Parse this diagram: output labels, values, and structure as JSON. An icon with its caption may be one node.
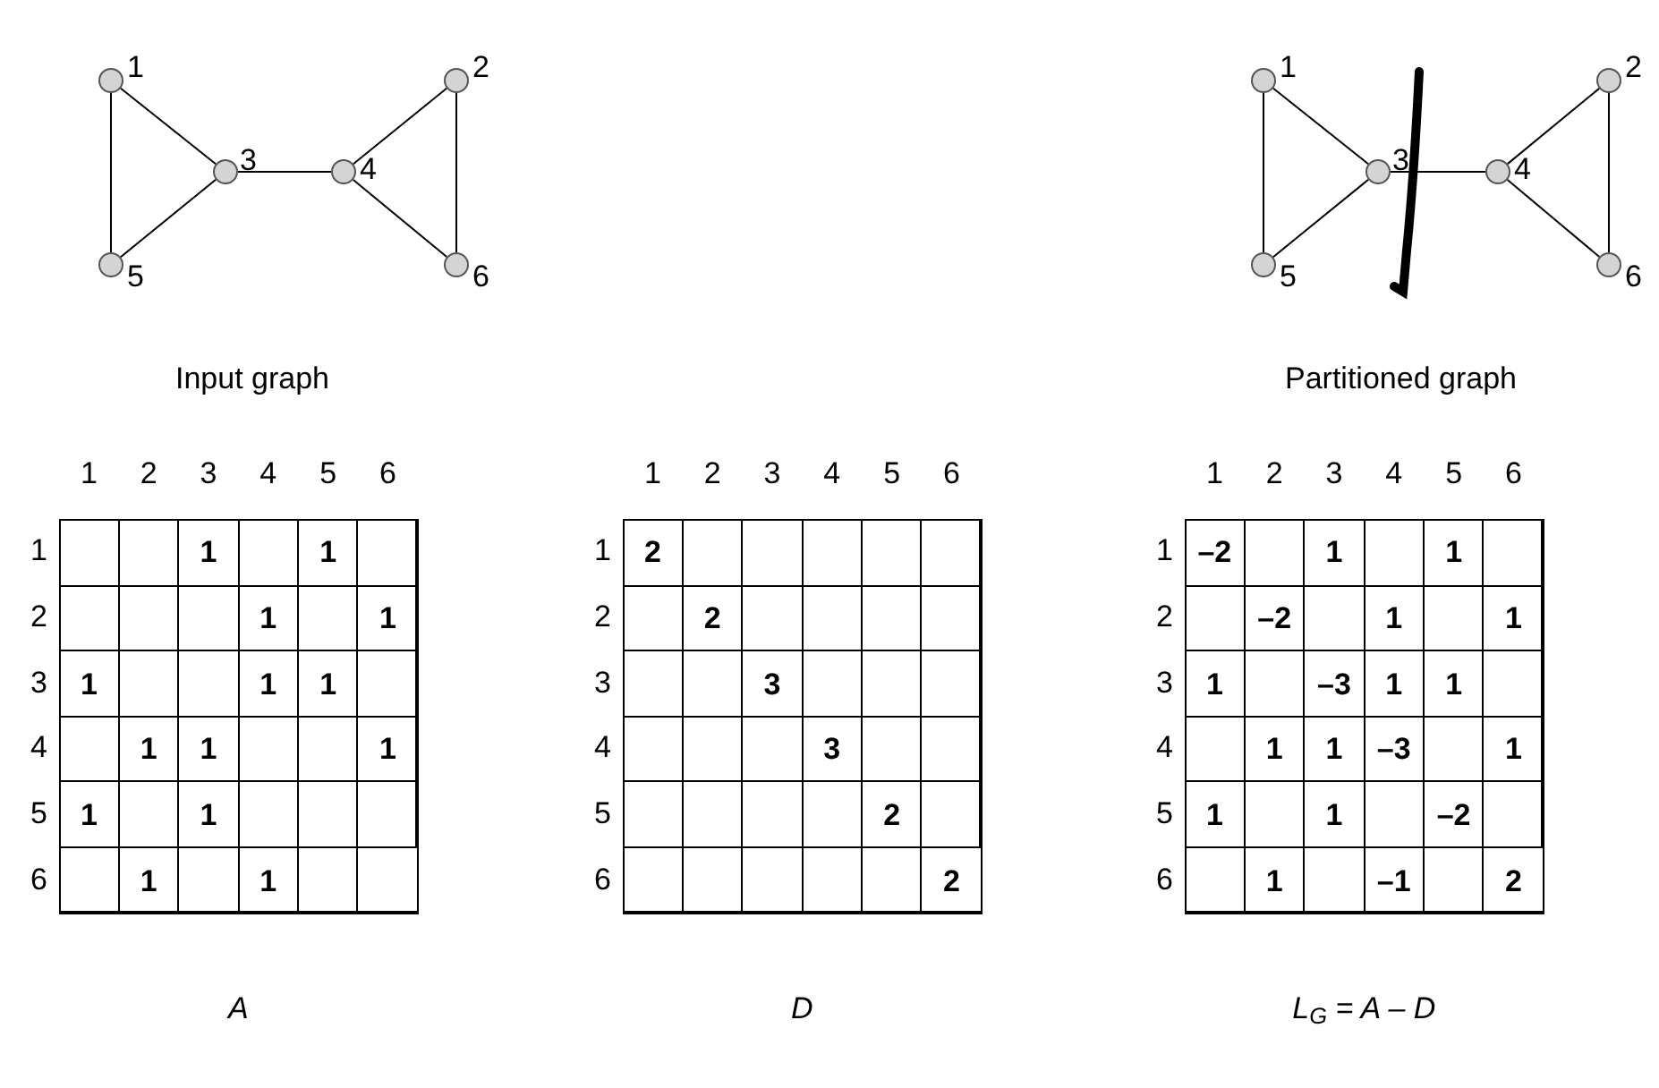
{
  "diagram": {
    "nodes": [
      {
        "text": [],
        "shape": "circle",
        "beside": [
          "1"
        ]
      },
      {
        "text": [],
        "shape": "circle",
        "beside": [
          "2"
        ]
      },
      {
        "text": [],
        "shape": "circle",
        "beside": [
          "3"
        ]
      },
      {
        "text": [],
        "shape": "circle",
        "beside": [
          "4"
        ]
      },
      {
        "text": [],
        "shape": "circle",
        "beside": [
          "5"
        ]
      },
      {
        "text": [],
        "shape": "circle",
        "beside": [
          "6"
        ]
      },
      {
        "text": [],
        "shape": "circle",
        "beside": [
          "1"
        ]
      },
      {
        "text": [],
        "shape": "circle",
        "beside": [
          "2"
        ]
      },
      {
        "text": [],
        "shape": "circle",
        "beside": [
          "3"
        ]
      },
      {
        "text": [],
        "shape": "circle",
        "beside": [
          "4"
        ]
      },
      {
        "text": [],
        "shape": "circle",
        "beside": [
          "5"
        ]
      },
      {
        "text": [],
        "shape": "circle",
        "beside": [
          "6"
        ]
      }
    ],
    "edges": [
      {
        "from": 0,
        "to": 2,
        "arrow": "none"
      },
      {
        "from": 0,
        "to": 4,
        "arrow": "none"
      },
      {
        "from": 2,
        "to": 4,
        "arrow": "none"
      },
      {
        "from": 2,
        "to": 3,
        "arrow": "none"
      },
      {
        "from": 3,
        "to": 1,
        "arrow": "none"
      },
      {
        "from": 3,
        "to": 5,
        "arrow": "none"
      },
      {
        "from": 1,
        "to": 5,
        "arrow": "none"
      },
      {
        "from": 6,
        "to": 8,
        "arrow": "none"
      },
      {
        "from": 6,
        "to": 10,
        "arrow": "none"
      },
      {
        "from": 8,
        "to": 10,
        "arrow": "none"
      },
      {
        "from": 8,
        "to": 9,
        "arrow": "none"
      },
      {
        "from": 9,
        "to": 7,
        "arrow": "none"
      },
      {
        "from": 9,
        "to": 11,
        "arrow": "none"
      },
      {
        "from": 7,
        "to": 11,
        "arrow": "none"
      }
    ],
    "labels": [
      "Input graph",
      "Partitioned graph",
      "1",
      "2",
      "3",
      "4",
      "5",
      "6",
      "1",
      "1",
      "1",
      "2",
      "1",
      "1",
      "3",
      "1",
      "1",
      "1",
      "4",
      "1",
      "1",
      "1",
      "5",
      "1",
      "1",
      "6",
      "1",
      "1",
      "A",
      "1",
      "2",
      "3",
      "4",
      "5",
      "6",
      "1",
      "2",
      "2",
      "2",
      "3",
      "3",
      "4",
      "3",
      "5",
      "2",
      "6",
      "2",
      "D",
      "1",
      "2",
      "3",
      "4",
      "5",
      "6",
      "1",
      "–2",
      "1",
      "1",
      "2",
      "–2",
      "1",
      "1",
      "3",
      "1",
      "–3",
      "1",
      "1",
      "4",
      "1",
      "1",
      "–3",
      "1",
      "5",
      "1",
      "1",
      "–2",
      "6",
      "1",
      "–1",
      "2",
      "L$_{G}$ = A – D"
    ]
  }
}
